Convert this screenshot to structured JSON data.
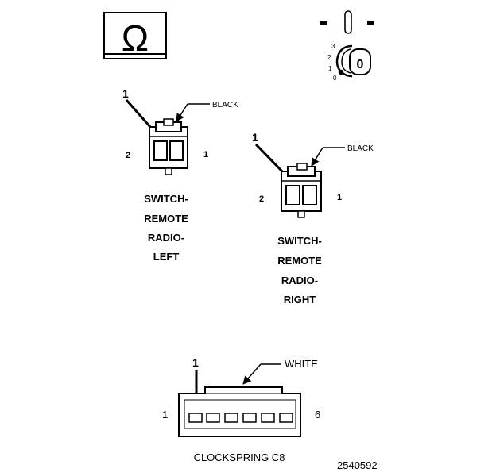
{
  "ohm_symbol": "Ω",
  "ignition": {
    "positions": [
      "3",
      "2",
      "1",
      "0"
    ],
    "key_label": "0",
    "icon": "ignition-key-icon"
  },
  "connector_left": {
    "pointer_number": "1",
    "wire_color": "BLACK",
    "pin_left": "2",
    "pin_right": "1",
    "title_lines": [
      "SWITCH-",
      "REMOTE",
      "RADIO-",
      "LEFT"
    ]
  },
  "connector_right": {
    "pointer_number": "1",
    "wire_color": "BLACK",
    "pin_left": "2",
    "pin_right": "1",
    "title_lines": [
      "SWITCH-",
      "REMOTE",
      "RADIO-",
      "RIGHT"
    ]
  },
  "clockspring": {
    "pointer_number": "1",
    "wire_color": "WHITE",
    "pin_left": "1",
    "pin_right": "6",
    "title": "CLOCKSPRING C8"
  },
  "figure_number": "2540592"
}
